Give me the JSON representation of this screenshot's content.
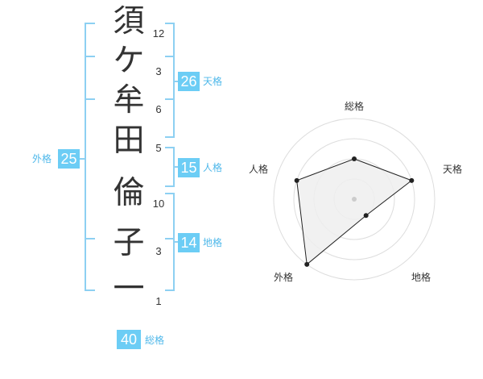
{
  "name": {
    "characters": [
      "須",
      "ケ",
      "牟",
      "田",
      "倫",
      "子",
      "一"
    ],
    "strokes": [
      "12",
      "3",
      "6",
      "5",
      "10",
      "3",
      "1"
    ]
  },
  "kaku": {
    "tenkaku": {
      "value": "26",
      "label": "天格"
    },
    "jinkaku": {
      "value": "15",
      "label": "人格"
    },
    "chikaku": {
      "value": "14",
      "label": "地格"
    },
    "gaikaku": {
      "value": "25",
      "label": "外格"
    },
    "soukaku": {
      "value": "40",
      "label": "総格"
    }
  },
  "radar": {
    "axes": [
      "総格",
      "天格",
      "地格",
      "外格",
      "人格"
    ],
    "rings": 4,
    "values": [
      0.5,
      0.75,
      0.25,
      1.0,
      0.75
    ],
    "colors": {
      "ring": "#dddddd",
      "fill": "#eeeeee",
      "line": "#222222",
      "center": "#cccccc"
    }
  },
  "colors": {
    "bracket": "#8dd0f2",
    "badge": "#6ccdf5"
  }
}
